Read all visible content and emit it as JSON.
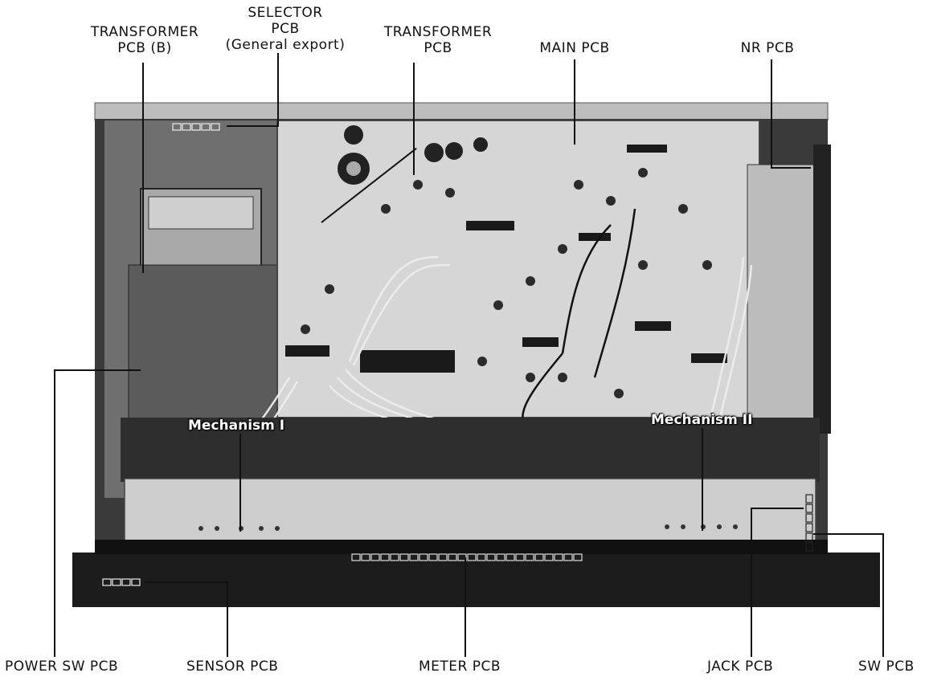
{
  "labels": {
    "transformer_pcb_b": [
      "TRANSFORMER",
      "PCB (B)"
    ],
    "selector_pcb": [
      "SELECTOR",
      "PCB",
      "(General export)"
    ],
    "transformer_pcb": [
      "TRANSFORMER",
      "PCB"
    ],
    "main_pcb": "MAIN PCB",
    "nr_pcb": "NR PCB",
    "mechanism_1": "Mechanism I",
    "mechanism_2": "Mechanism II",
    "power_sw_pcb": "POWER SW PCB",
    "sensor_pcb": "SENSOR PCB",
    "meter_pcb": "METER PCB",
    "jack_pcb": "JACK PCB",
    "sw_pcb": "SW PCB"
  },
  "colors": {
    "chassis": "#c9c9c9",
    "pcb": "#d8d8d8",
    "dark": "#2a2a2a",
    "front_panel": "#1c1c1c"
  }
}
